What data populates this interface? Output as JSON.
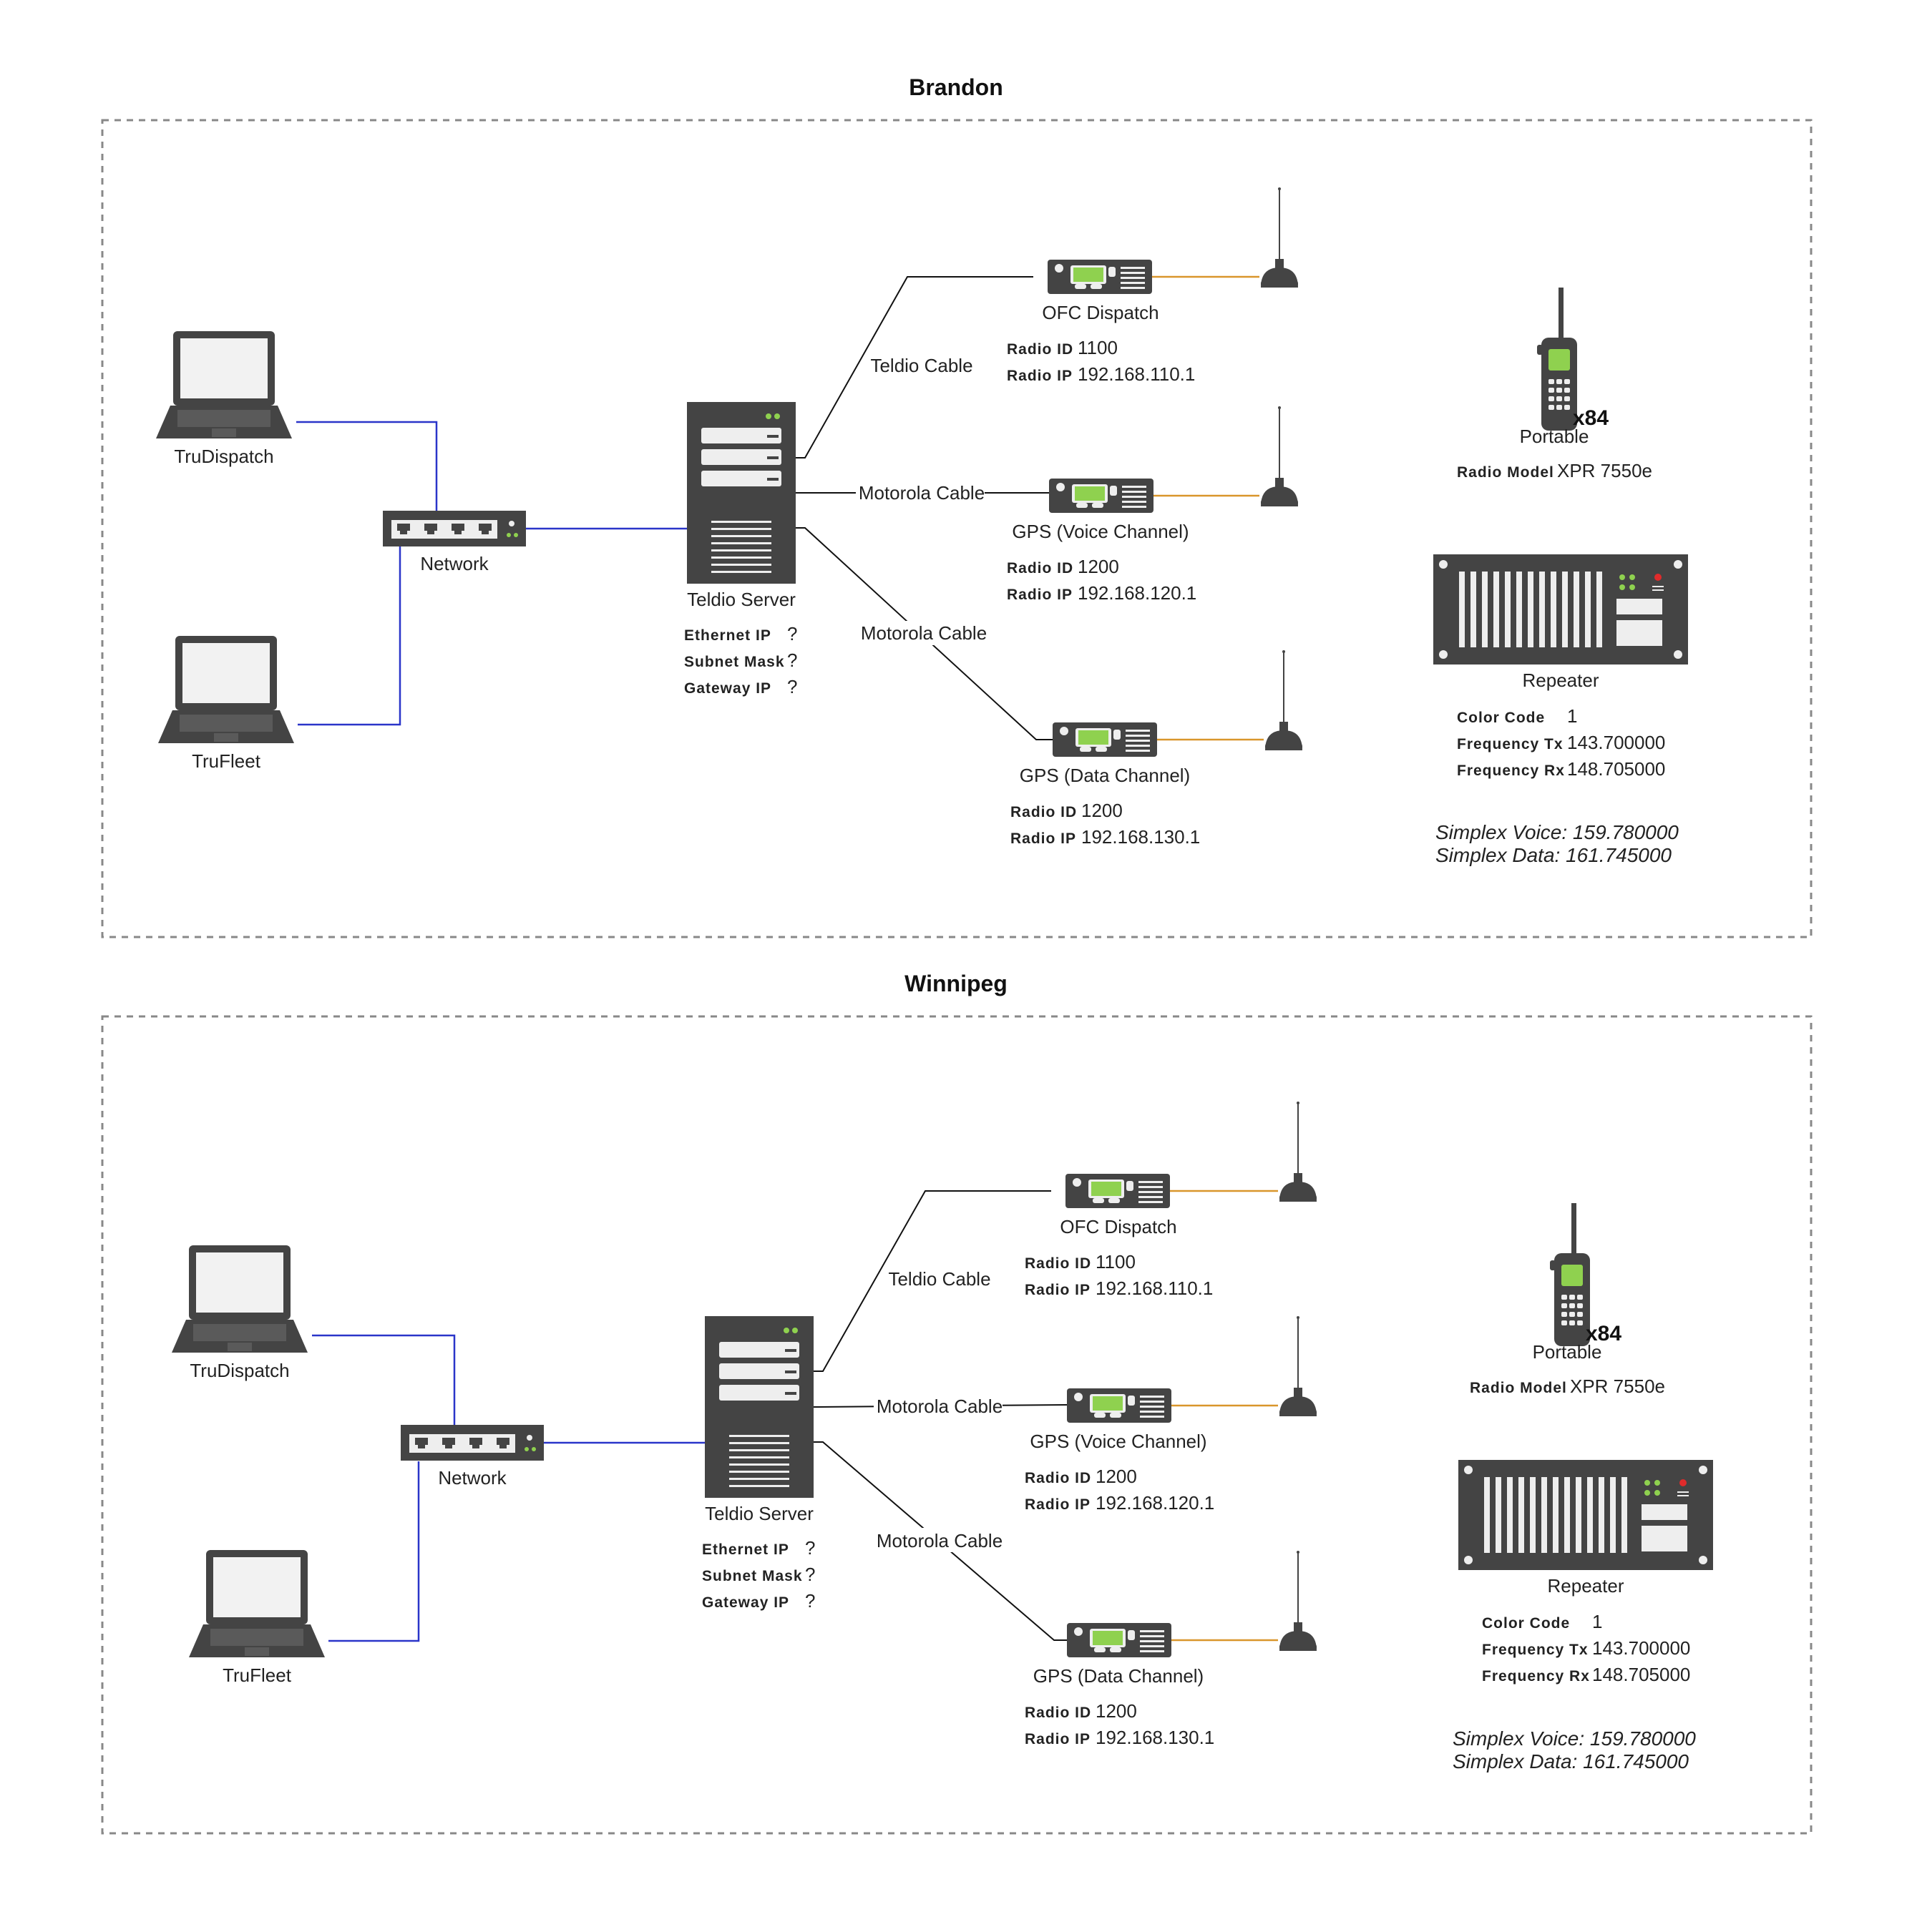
{
  "sites": [
    {
      "title": "Brandon",
      "clients": [
        {
          "label": "TruDispatch"
        },
        {
          "label": "TruFleet"
        }
      ],
      "network_label": "Network",
      "server": {
        "label": "Teldio Server",
        "fields": [
          {
            "key": "Ethernet IP",
            "value": "?"
          },
          {
            "key": "Subnet Mask",
            "value": "?"
          },
          {
            "key": "Gateway IP",
            "value": "?"
          }
        ]
      },
      "links": [
        "Teldio Cable",
        "Motorola Cable",
        "Motorola Cable"
      ],
      "radios": [
        {
          "label": "OFC Dispatch",
          "fields": [
            {
              "key": "Radio ID",
              "value": "1100"
            },
            {
              "key": "Radio IP",
              "value": "192.168.110.1"
            }
          ]
        },
        {
          "label": "GPS (Voice Channel)",
          "fields": [
            {
              "key": "Radio ID",
              "value": "1200"
            },
            {
              "key": "Radio IP",
              "value": "192.168.120.1"
            }
          ]
        },
        {
          "label": "GPS (Data Channel)",
          "fields": [
            {
              "key": "Radio ID",
              "value": "1200"
            },
            {
              "key": "Radio IP",
              "value": "192.168.130.1"
            }
          ]
        }
      ],
      "portable": {
        "quantity": "x84",
        "label": "Portable",
        "fields": [
          {
            "key": "Radio Model",
            "value": "XPR 7550e"
          }
        ]
      },
      "repeater": {
        "label": "Repeater",
        "fields": [
          {
            "key": "Color Code",
            "value": "1"
          },
          {
            "key": "Frequency Tx",
            "value": "143.700000"
          },
          {
            "key": "Frequency Rx",
            "value": "148.705000"
          }
        ]
      },
      "simplex": [
        "Simplex Voice: 159.780000",
        "Simplex Data: 161.745000"
      ]
    },
    {
      "title": "Winnipeg",
      "clients": [
        {
          "label": "TruDispatch"
        },
        {
          "label": "TruFleet"
        }
      ],
      "network_label": "Network",
      "server": {
        "label": "Teldio Server",
        "fields": [
          {
            "key": "Ethernet IP",
            "value": "?"
          },
          {
            "key": "Subnet Mask",
            "value": "?"
          },
          {
            "key": "Gateway IP",
            "value": "?"
          }
        ]
      },
      "links": [
        "Teldio Cable",
        "Motorola Cable",
        "Motorola Cable"
      ],
      "radios": [
        {
          "label": "OFC Dispatch",
          "fields": [
            {
              "key": "Radio ID",
              "value": "1100"
            },
            {
              "key": "Radio IP",
              "value": "192.168.110.1"
            }
          ]
        },
        {
          "label": "GPS (Voice Channel)",
          "fields": [
            {
              "key": "Radio ID",
              "value": "1200"
            },
            {
              "key": "Radio IP",
              "value": "192.168.120.1"
            }
          ]
        },
        {
          "label": "GPS (Data Channel)",
          "fields": [
            {
              "key": "Radio ID",
              "value": "1200"
            },
            {
              "key": "Radio IP",
              "value": "192.168.130.1"
            }
          ]
        }
      ],
      "portable": {
        "quantity": "x84",
        "label": "Portable",
        "fields": [
          {
            "key": "Radio Model",
            "value": "XPR 7550e"
          }
        ]
      },
      "repeater": {
        "label": "Repeater",
        "fields": [
          {
            "key": "Color Code",
            "value": "1"
          },
          {
            "key": "Frequency Tx",
            "value": "143.700000"
          },
          {
            "key": "Frequency Rx",
            "value": "148.705000"
          }
        ]
      },
      "simplex": [
        "Simplex Voice: 159.780000",
        "Simplex Data: 161.745000"
      ]
    }
  ],
  "colors": {
    "device": "#444444",
    "screen_green": "#8fd14f",
    "ethernet_line": "#2a35c9",
    "antenna_line": "#d9962b",
    "cable_line": "#111111",
    "frame_border": "#888888"
  }
}
